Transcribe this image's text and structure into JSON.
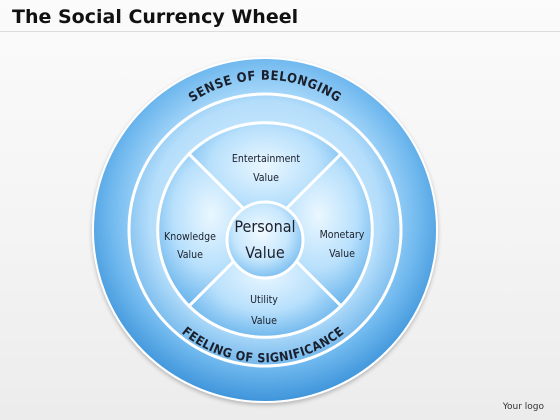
{
  "title": "The Social Currency Wheel",
  "wheel": {
    "outer_top_label": "SENSE OF BELONGING",
    "outer_bottom_label": "FEELING  OF SIGNIFICANCE",
    "center": {
      "line1": "Personal",
      "line2": "Value"
    },
    "segments": {
      "top": {
        "line1": "Entertainment",
        "line2": "Value"
      },
      "right": {
        "line1": "Monetary",
        "line2": "Value"
      },
      "bottom": {
        "line1": "Utility",
        "line2": "Value"
      },
      "left": {
        "line1": "Knowledge",
        "line2": "Value"
      }
    }
  },
  "footer": {
    "logo": "Your logo"
  },
  "colors": {
    "ring_light": "#cfeaff",
    "ring_mid": "#8fcaf3",
    "ring_dark": "#3f9be0",
    "outline": "#ffffff",
    "text": "#1a1f2b"
  }
}
